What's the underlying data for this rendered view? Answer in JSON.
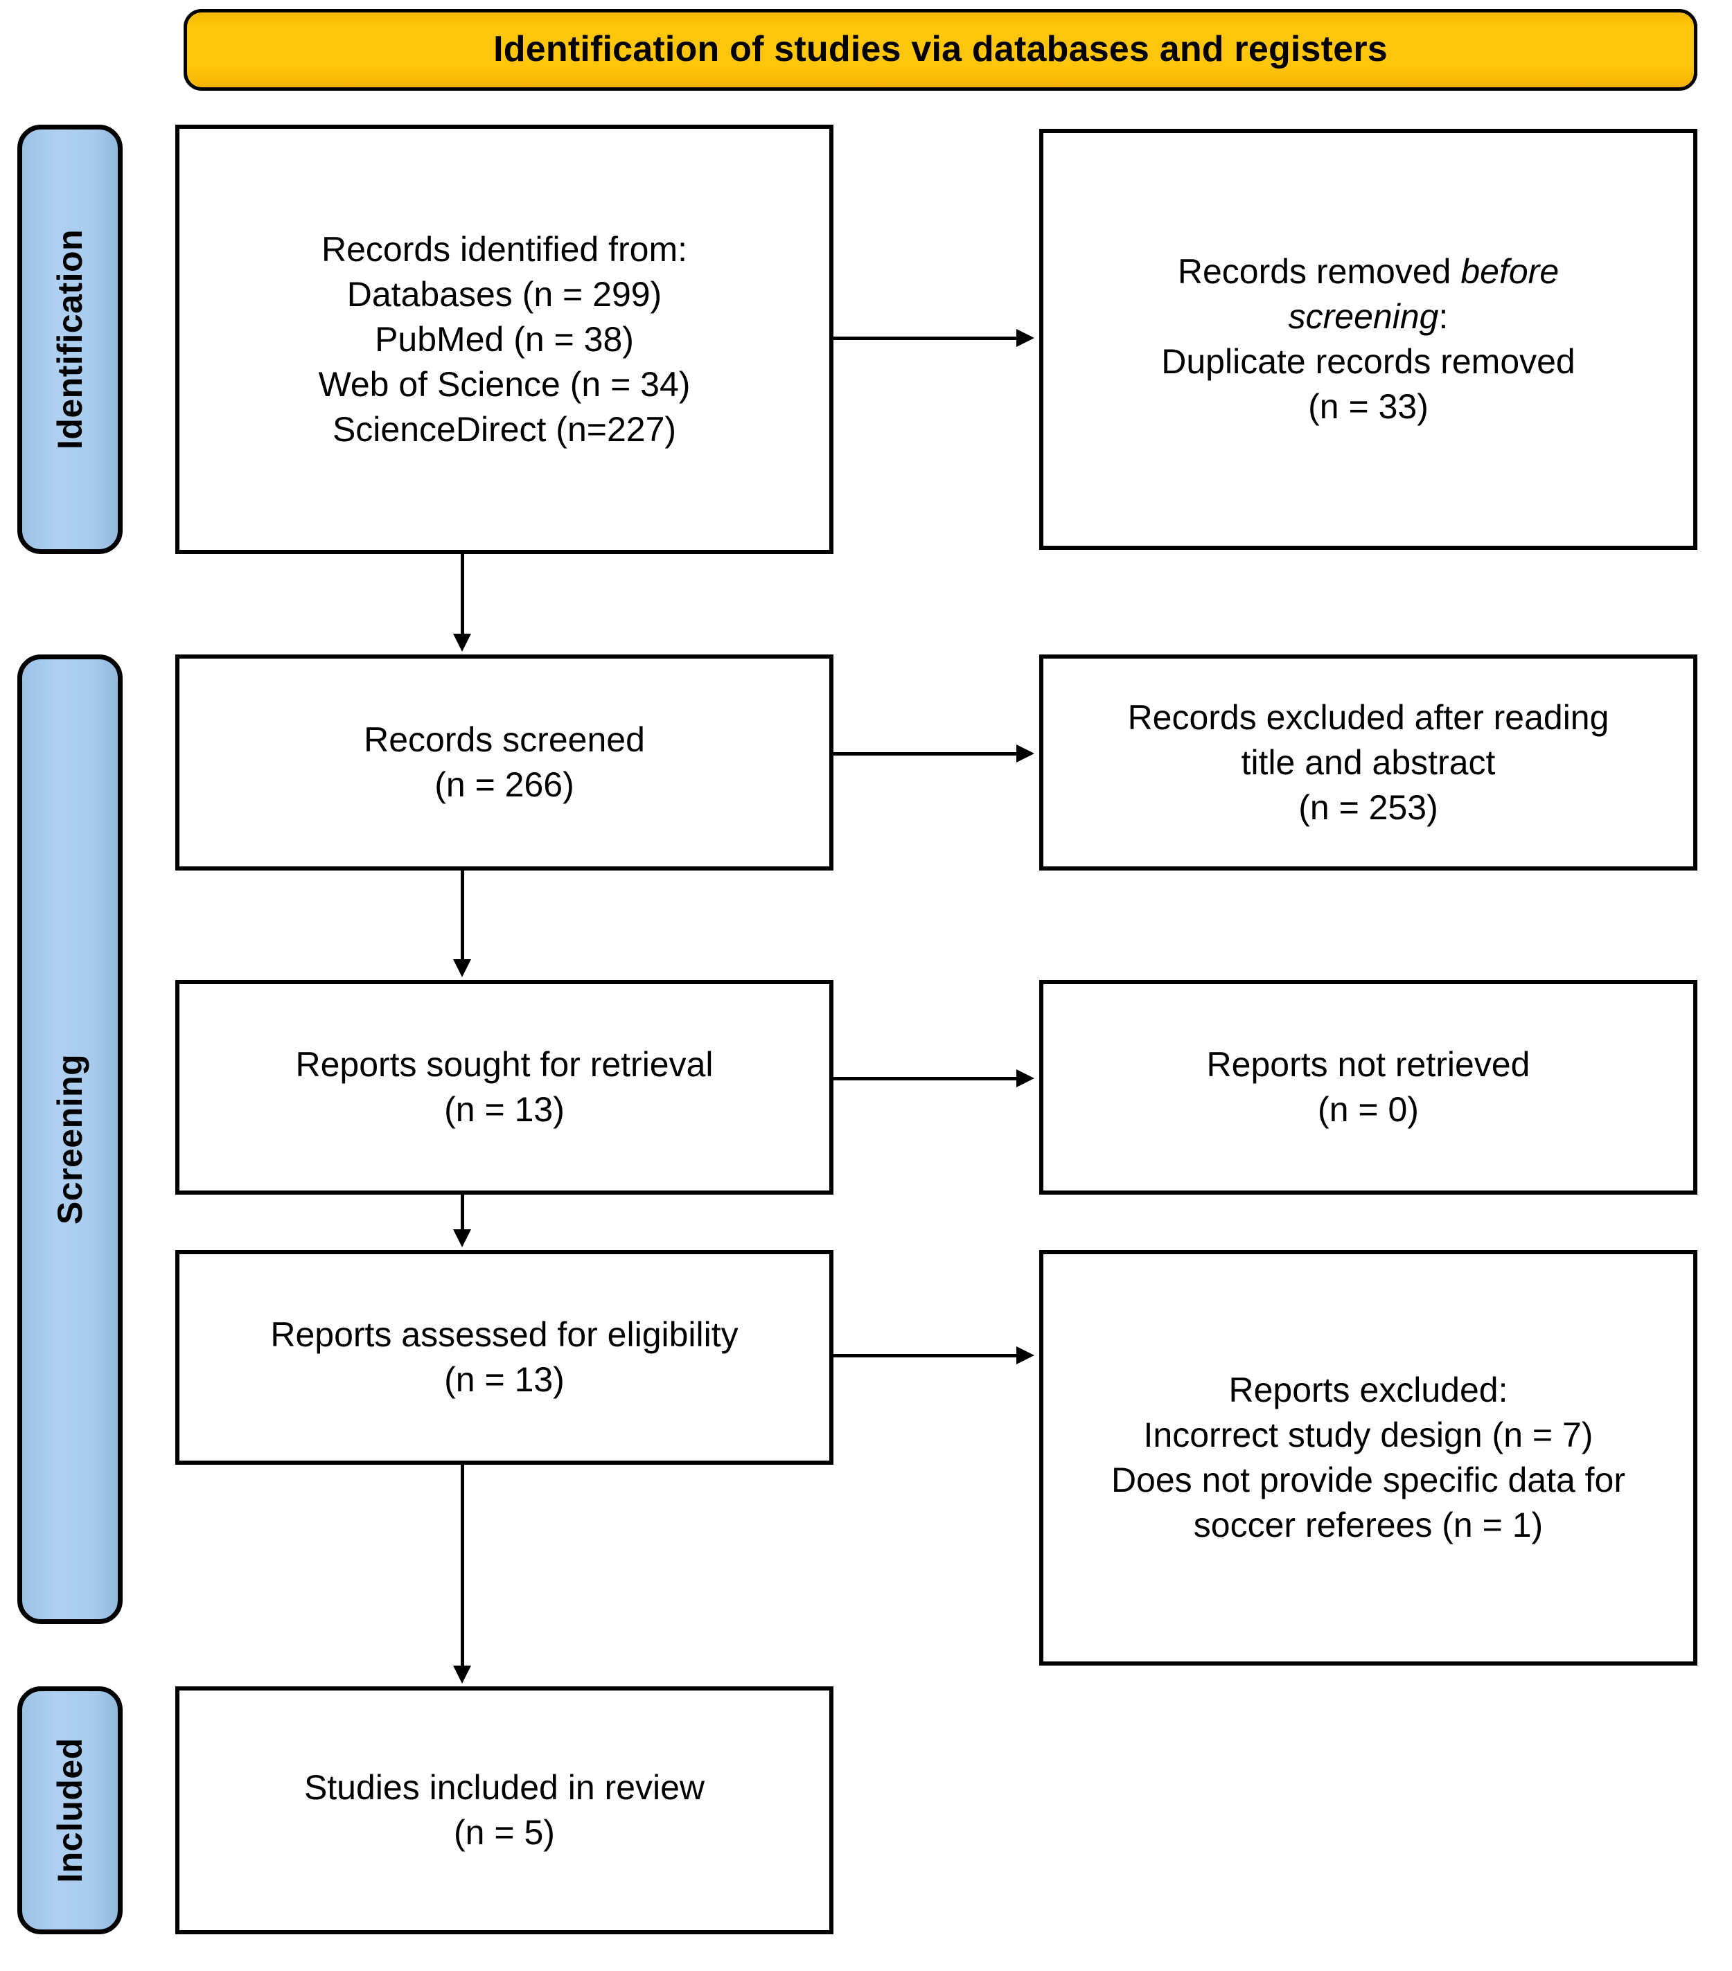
{
  "header": {
    "title": "Identification of studies via databases and registers",
    "bg_color": "#FFC60B",
    "border_color": "#000000"
  },
  "stages": {
    "identification": "Identification",
    "screening": "Screening",
    "included": "Included",
    "bg_color": "#A5C8E8"
  },
  "boxes": {
    "records_identified": "Records identified from:\nDatabases (n = 299)\nPubMed (n = 38)\nWeb of Science (n = 34)\nScienceDirect (n=227)",
    "records_removed_line1": "Records removed ",
    "records_removed_italic1": "before",
    "records_removed_italic2": "screening",
    "records_removed_line3": ":\nDuplicate records removed\n(n = 33)",
    "records_screened": "Records screened\n(n = 266)",
    "records_excluded": "Records excluded after reading\ntitle and abstract\n(n = 253)",
    "reports_sought": "Reports sought for retrieval\n(n = 13)",
    "reports_not_retrieved": "Reports not retrieved\n(n = 0)",
    "reports_assessed": "Reports assessed for eligibility\n(n = 13)",
    "reports_excluded": "Reports excluded:\nIncorrect study design (n = 7)\nDoes not provide specific data for\nsoccer referees (n = 1)",
    "studies_included": "Studies included in review\n(n = 5)"
  },
  "counts": {
    "databases": 299,
    "pubmed": 38,
    "web_of_science": 34,
    "science_direct": 227,
    "duplicates_removed": 33,
    "records_screened": 266,
    "records_excluded_title_abstract": 253,
    "reports_sought": 13,
    "reports_not_retrieved": 0,
    "reports_assessed": 13,
    "excluded_incorrect_design": 7,
    "excluded_no_specific_data": 1,
    "studies_included": 5
  }
}
